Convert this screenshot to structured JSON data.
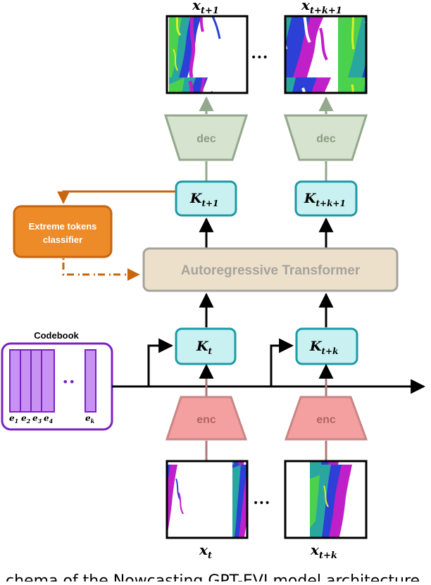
{
  "diagram": {
    "outputs": {
      "first": {
        "label": "x",
        "sub": "t+1"
      },
      "last": {
        "label": "x",
        "sub": "t+k+1"
      }
    },
    "inputs": {
      "first": {
        "label": "x",
        "sub": "t"
      },
      "last": {
        "label": "x",
        "sub": "t+k"
      }
    },
    "ellipsis": "•••",
    "decoders": {
      "label": "dec"
    },
    "encoders": {
      "label": "enc"
    },
    "output_tokens": {
      "first": {
        "label": "K",
        "sub": "t+1"
      },
      "last": {
        "label": "K",
        "sub": "t+k+1"
      }
    },
    "input_tokens": {
      "first": {
        "label": "K",
        "sub": "t"
      },
      "last": {
        "label": "K",
        "sub": "t+k"
      }
    },
    "transformer": {
      "label": "Autoregressive Transformer"
    },
    "classifier": {
      "line1": "Extreme tokens",
      "line2": "classifier"
    },
    "codebook": {
      "title": "Codebook",
      "entries": [
        {
          "label": "e",
          "sub": "1"
        },
        {
          "label": "e",
          "sub": "2"
        },
        {
          "label": "e",
          "sub": "3"
        },
        {
          "label": "e",
          "sub": "4"
        }
      ],
      "last_entry": {
        "label": "e",
        "sub": "k"
      },
      "dots": "••"
    },
    "caption_fragment": "chema of the Nowcasting GPT-EVI model architecture"
  },
  "colors": {
    "decoder_fill": "#d6e3cf",
    "decoder_stroke": "#93a88c",
    "encoder_fill": "#f5a0a0",
    "encoder_stroke": "#c98585",
    "token_fill": "#c9f1f1",
    "token_stroke": "#1d9aa6",
    "transformer_fill": "#ece0cb",
    "transformer_stroke": "#a6a39c",
    "classifier_fill": "#ee8b29",
    "classifier_stroke": "#c5650f",
    "classifier_text": "#ffffff",
    "codebook_fill": "#c792f2",
    "codebook_stroke": "#7a21c3",
    "encoder_arrow": "#ac7a7a",
    "decoder_arrow": "#93a88c",
    "classifier_arrow": "#c9650a"
  }
}
